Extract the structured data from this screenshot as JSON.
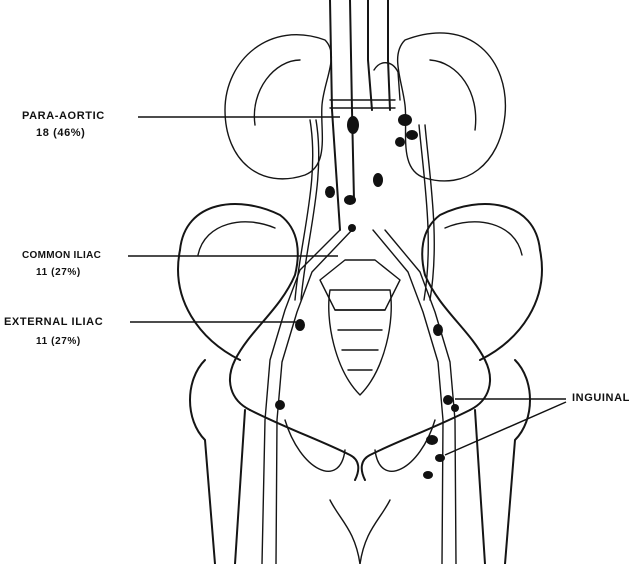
{
  "labels": {
    "para_aortic": {
      "name": "PARA-AORTIC",
      "value": "18 (46%)"
    },
    "common_iliac": {
      "name": "COMMON ILIAC",
      "value": "11 (27%)"
    },
    "external_iliac": {
      "name": "EXTERNAL ILIAC",
      "value": "11 (27%)"
    },
    "inguinal": {
      "name": "INGUINAL"
    }
  },
  "colors": {
    "ink": "#111111",
    "background": "#ffffff"
  }
}
